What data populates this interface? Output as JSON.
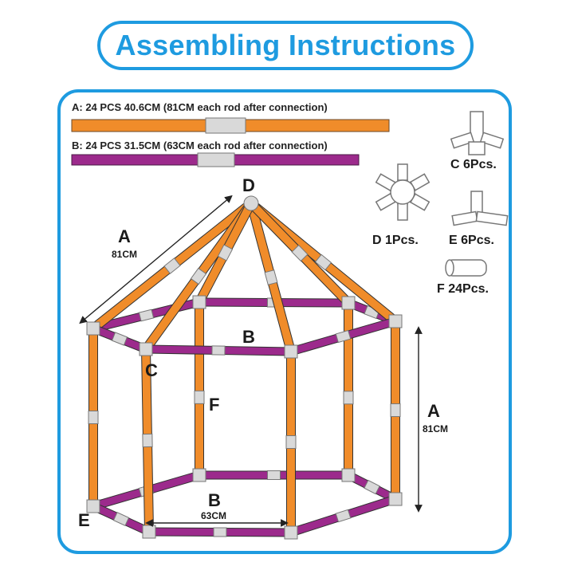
{
  "title": "Assembling Instructions",
  "rods": [
    {
      "text": "A: 24 PCS 40.6CM (81CM each rod after connection)",
      "color": "#f08c2a"
    },
    {
      "text": "B: 24 PCS 31.5CM (63CM each rod after connection)",
      "color": "#9c2a8c"
    }
  ],
  "parts": {
    "C": "C 6Pcs.",
    "D": "D 1Pcs.",
    "E": "E 6Pcs.",
    "F": "F 24Pcs."
  },
  "labels": {
    "D": "D",
    "A_left": "A",
    "A_left_dim": "81CM",
    "B_top": "B",
    "C": "C",
    "F": "F",
    "A_right": "A",
    "A_right_dim": "81CM",
    "B_bottom": "B",
    "B_bottom_dim": "63CM",
    "E": "E"
  },
  "colors": {
    "accent": "#1e9be0",
    "rod_a": "#f08c2a",
    "rod_b": "#9c2a8c",
    "connector": "#d9d9d9"
  }
}
